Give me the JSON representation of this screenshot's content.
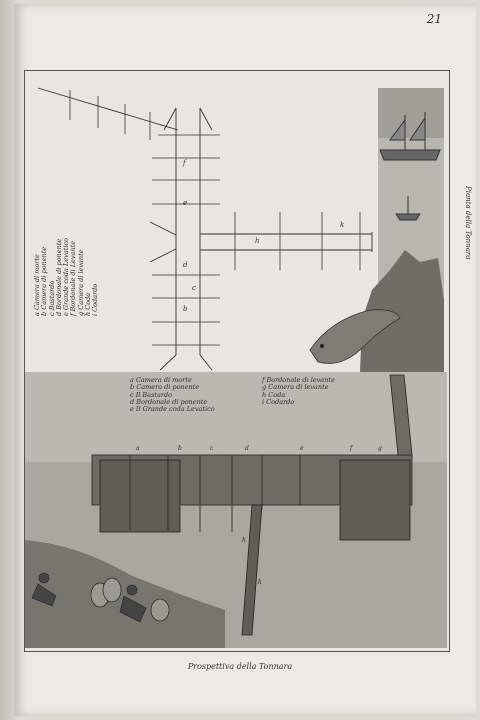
{
  "page_number": "21",
  "top_legend": [
    "a Camera di morte",
    "b Camera di ponente",
    "c Bastardo",
    "d Bordonale di ponente",
    "e Grande coda Levatico",
    "f Bordonale di Levante",
    "g Camera di levante",
    "h Coda",
    "i Codardo"
  ],
  "middle_legend_left": [
    "a Camera di morte",
    "b Camera di ponente",
    "c Il Bastardo",
    "d Bordonale di ponente",
    "e Il Grande coda Levatico"
  ],
  "middle_legend_right": [
    "f Bordonale di levante",
    "g Camera di levante",
    "h Coda",
    "i Codardo"
  ],
  "plan_letters": [
    "f",
    "e",
    "d",
    "c",
    "b",
    "h",
    "k"
  ],
  "net_letters": [
    "a",
    "b",
    "c",
    "d",
    "e",
    "f",
    "g"
  ],
  "net_lower_letters": [
    "h",
    "k"
  ],
  "side_caption": "Pianta della Tonnara",
  "bottom_caption": "Prospettiva della Tonnara"
}
